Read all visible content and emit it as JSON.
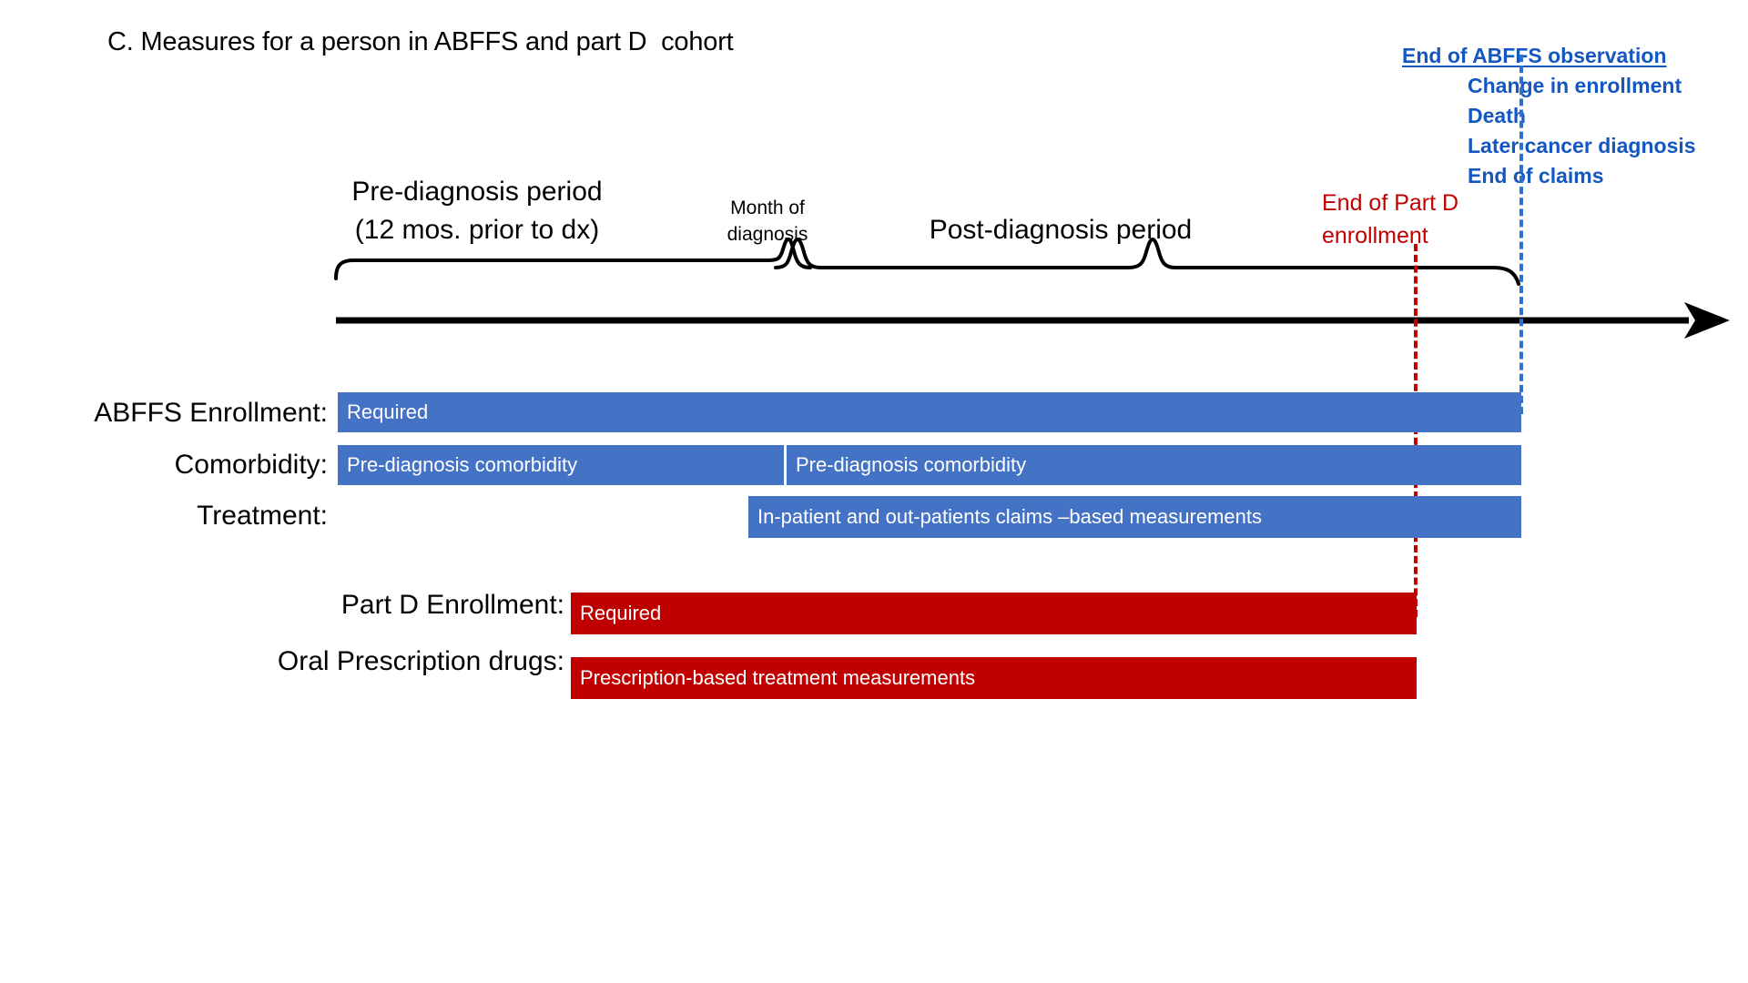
{
  "panel": {
    "title": "C. Measures for a person in ABFFS and part D  cohort"
  },
  "annotations": {
    "abffs_end": {
      "header": "End of ABFFS observation",
      "reasons": [
        "Change in enrollment",
        "Death",
        "Later cancer diagnosis",
        "End of claims"
      ],
      "color": "#1457C0"
    },
    "partd_end": {
      "text": "End of Part D\nenrollment",
      "color": "#C00000"
    }
  },
  "timeline": {
    "periods": [
      {
        "name": "pre-diagnosis",
        "label": "Pre-diagnosis period\n(12 mos. prior to dx)"
      },
      {
        "name": "month-of-diagnosis",
        "label": "Month of\ndiagnosis"
      },
      {
        "name": "post-diagnosis",
        "label": "Post-diagnosis period"
      }
    ]
  },
  "rows": {
    "abffs_enrollment": {
      "label": "ABFFS Enrollment:",
      "bar_text": "Required",
      "color": "#4472C4"
    },
    "comorbidity": {
      "label": "Comorbidity:",
      "segment_1_text": "Pre-diagnosis comorbidity",
      "segment_2_text": "Pre-diagnosis comorbidity",
      "color": "#4472C4"
    },
    "treatment": {
      "label": "Treatment:",
      "bar_text": "In-patient and out-patients claims –based measurements",
      "color": "#4472C4"
    },
    "partd_enrollment": {
      "label": "Part D Enrollment:",
      "bar_text": "Required",
      "color": "#C00000"
    },
    "oral_prescription_drugs": {
      "label": "Oral Prescription drugs:",
      "bar_text": "Prescription-based treatment measurements",
      "color": "#C00000"
    }
  },
  "markers": {
    "partd_line_color": "#C00000",
    "abffs_line_color": "#2E6FD0"
  }
}
